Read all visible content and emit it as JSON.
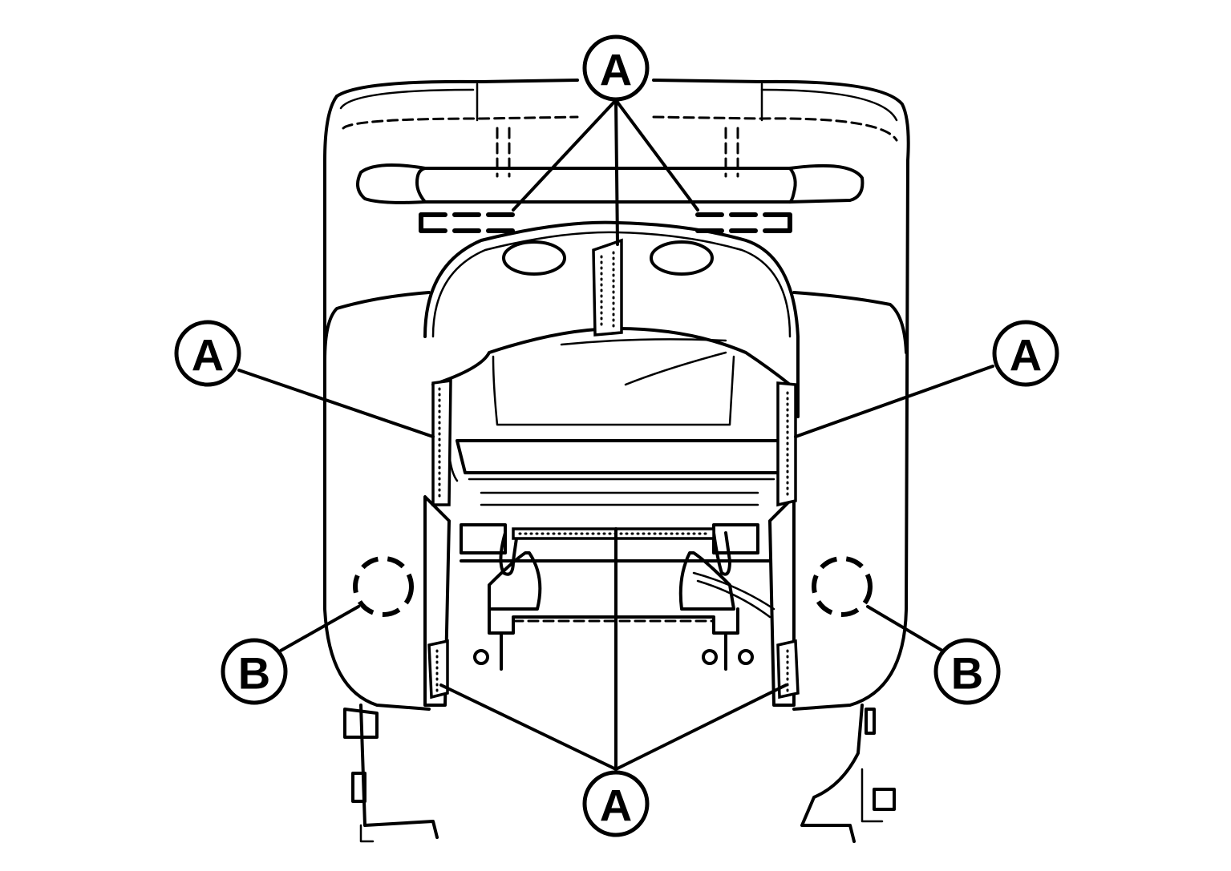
{
  "diagram": {
    "callouts": [
      {
        "id": "a-top",
        "label": "A"
      },
      {
        "id": "a-left",
        "label": "A"
      },
      {
        "id": "a-right",
        "label": "A"
      },
      {
        "id": "a-bottom",
        "label": "A"
      },
      {
        "id": "b-left",
        "label": "B"
      },
      {
        "id": "b-right",
        "label": "B"
      }
    ]
  }
}
